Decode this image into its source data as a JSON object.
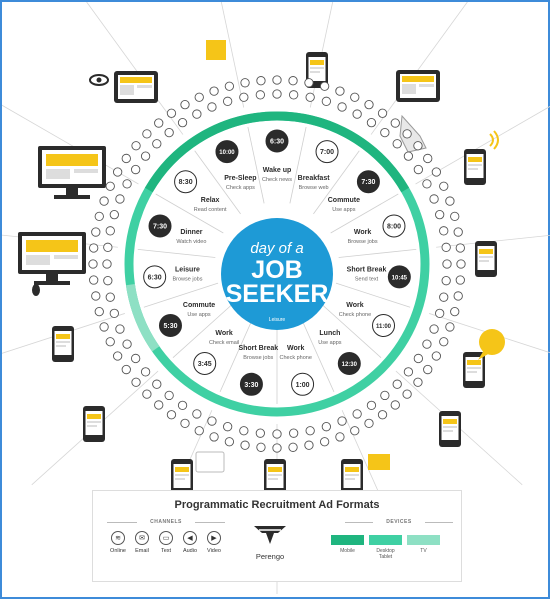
{
  "center": {
    "line1": "day of a",
    "line2": "JOB",
    "line3": "SEEKER",
    "footer": "Leisure"
  },
  "colors": {
    "primary_blue": "#1e9ad6",
    "mobile_green": "#1fb57f",
    "desktop_green": "#3fd0a3",
    "tv_green": "#8ee0c4",
    "accent_yellow": "#f5c518",
    "dark": "#2b2b2b"
  },
  "schedule": [
    {
      "time": "6:30",
      "activity": "Wake up",
      "detail": "Check news"
    },
    {
      "time": "7:00",
      "activity": "Breakfast",
      "detail": "Browse web"
    },
    {
      "time": "7:30",
      "activity": "Commute",
      "detail": "Use apps"
    },
    {
      "time": "8:00",
      "activity": "Work",
      "detail": "Browse jobs"
    },
    {
      "time": "10:45",
      "activity": "Short Break",
      "detail": "Send text"
    },
    {
      "time": "11:00",
      "activity": "Work",
      "detail": "Check phone"
    },
    {
      "time": "12:30",
      "activity": "Lunch",
      "detail": "Use apps"
    },
    {
      "time": "1:00",
      "activity": "Work",
      "detail": "Check phone"
    },
    {
      "time": "3:30",
      "activity": "Short Break",
      "detail": "Browse jobs"
    },
    {
      "time": "3:45",
      "activity": "Work",
      "detail": "Check email"
    },
    {
      "time": "5:30",
      "activity": "Commute",
      "detail": "Use apps"
    },
    {
      "time": "6:30",
      "activity": "Leisure",
      "detail": "Browse jobs"
    },
    {
      "time": "7:30",
      "activity": "Dinner",
      "detail": "Watch video"
    },
    {
      "time": "8:30",
      "activity": "Relax",
      "detail": "Read content"
    },
    {
      "time": "10:00",
      "activity": "Pre-Sleep",
      "detail": "Check apps"
    }
  ],
  "legend": {
    "title": "Programmatic Recruitment Ad Formats",
    "channels_label": "CHANNELS",
    "devices_label": "DEVICES",
    "brand": "Perengo",
    "channels": [
      {
        "label": "Online",
        "icon": "wifi-icon",
        "glyph": "≋"
      },
      {
        "label": "Email",
        "icon": "email-icon",
        "glyph": "✉"
      },
      {
        "label": "Text",
        "icon": "text-icon",
        "glyph": "▭"
      },
      {
        "label": "Audio",
        "icon": "audio-icon",
        "glyph": "◀"
      },
      {
        "label": "Video",
        "icon": "video-icon",
        "glyph": "▶"
      }
    ],
    "devices": [
      {
        "label": "Mobile",
        "color": "#1fb57f"
      },
      {
        "label": "Desktop\nTablet",
        "color": "#3fd0a3"
      },
      {
        "label": "TV",
        "color": "#8ee0c4"
      }
    ]
  }
}
